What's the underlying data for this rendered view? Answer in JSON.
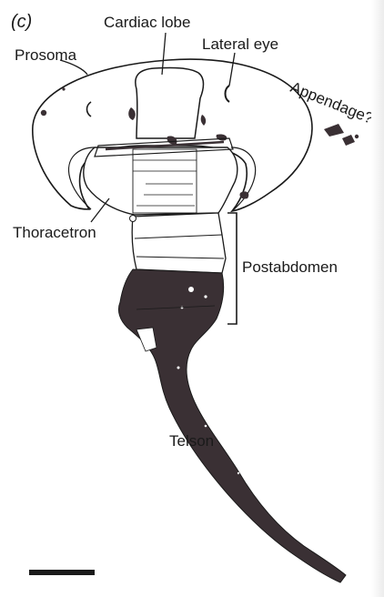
{
  "panel_label": "(c)",
  "labels": {
    "cardiac_lobe": "Cardiac lobe",
    "prosoma": "Prosoma",
    "lateral_eye": "Lateral eye",
    "appendage": "Appendage?",
    "thoracetron": "Thoracetron",
    "postabdomen": "Postabdomen",
    "telson": "Telson"
  },
  "colors": {
    "outline": "#1a1a1a",
    "fossil_fill": "#3a3034",
    "background": "#ffffff"
  }
}
